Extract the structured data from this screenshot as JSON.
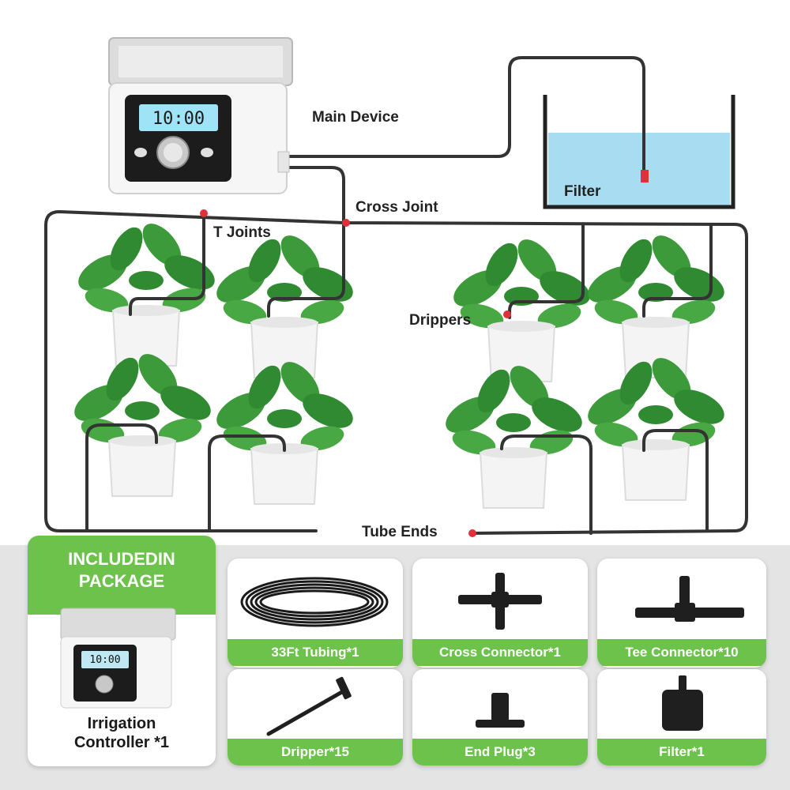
{
  "labels": {
    "main_device": "Main Device",
    "filter": "Filter",
    "cross_joint": "Cross Joint",
    "t_joints": "T Joints",
    "drippers": "Drippers",
    "tube_ends": "Tube Ends"
  },
  "device_display": {
    "time": "10:00"
  },
  "package": {
    "title_line1": "INCLUDEDIN",
    "title_line2": "PACKAGE",
    "controller_line1": "Irrigation",
    "controller_line2": "Controller *1",
    "controller_time": "10:00",
    "items": [
      {
        "label": "33Ft Tubing*1",
        "icon": "tubing-coil-icon"
      },
      {
        "label": "Cross Connector*1",
        "icon": "cross-connector-icon"
      },
      {
        "label": "Tee Connector*10",
        "icon": "tee-connector-icon"
      },
      {
        "label": "Dripper*15",
        "icon": "dripper-stake-icon"
      },
      {
        "label": "End Plug*3",
        "icon": "end-plug-icon"
      },
      {
        "label": "Filter*1",
        "icon": "filter-icon"
      }
    ]
  },
  "colors": {
    "accent_green": "#6cc24a",
    "tube": "#333333",
    "water": "#a8dcf0",
    "marker": "#e0303a"
  }
}
